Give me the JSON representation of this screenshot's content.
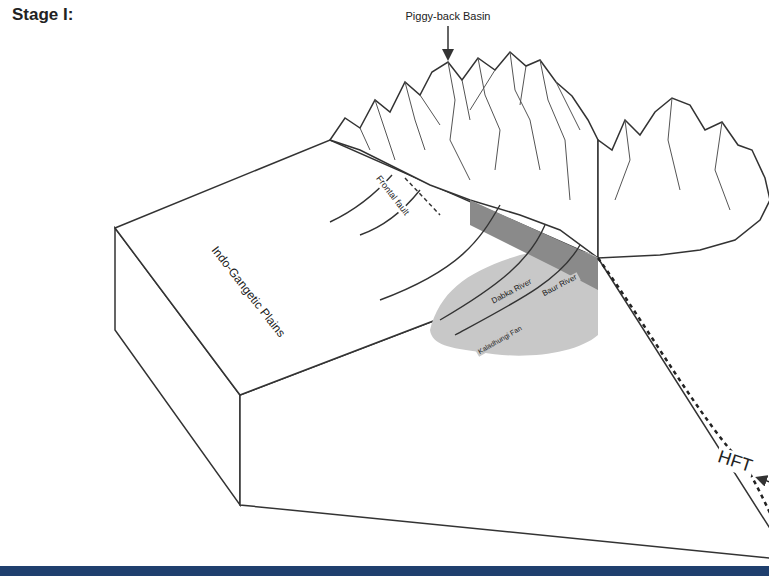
{
  "diagram": {
    "title": "Stage I:",
    "labels": [
      "Piggy-back Basin",
      "Indo-Gangetic Plains",
      "Frontal fault",
      "Dabka River",
      "Baur River",
      "Kaladhungi Fan",
      "HFT"
    ]
  }
}
